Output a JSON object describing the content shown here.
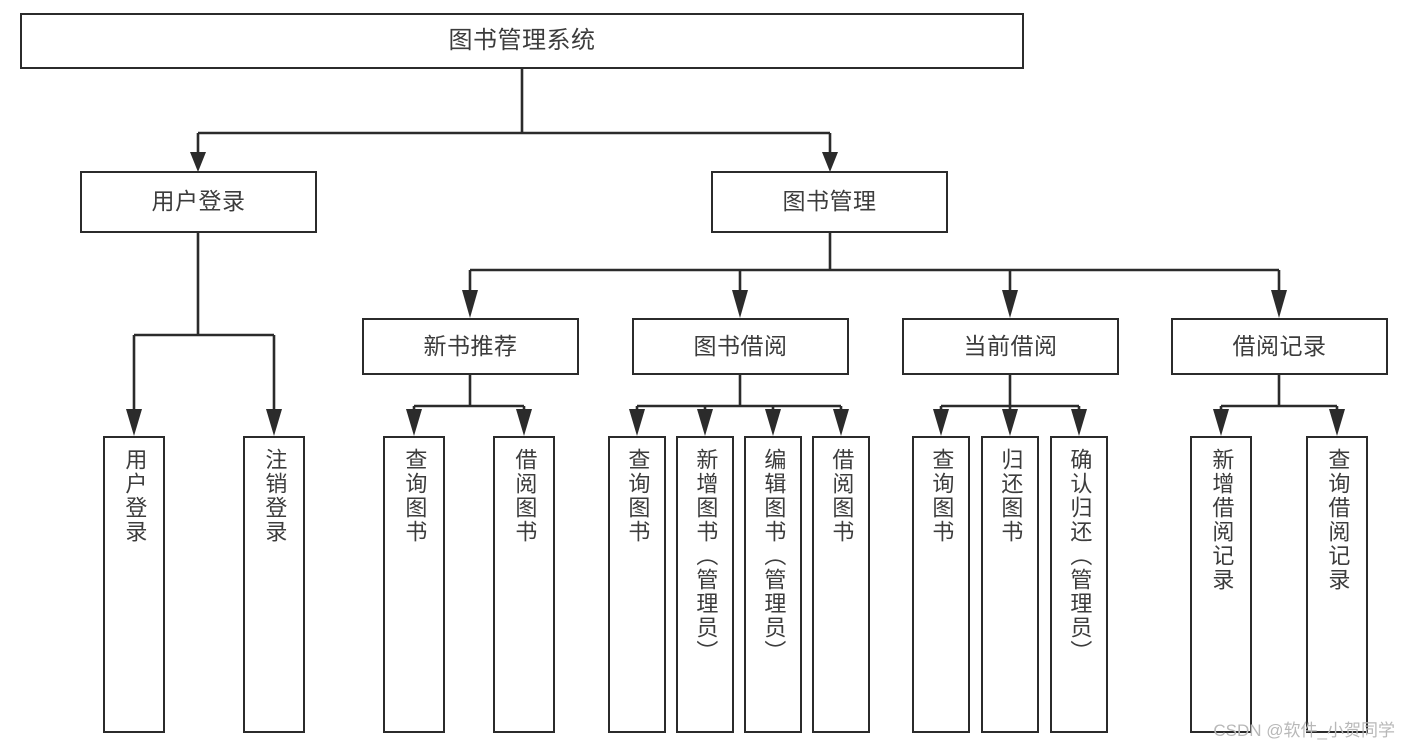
{
  "diagram": {
    "type": "tree-hierarchy-chart",
    "title": "图书管理系统",
    "line_color": "#2b2b2b",
    "text_color": "#3c3c3c",
    "background": "#ffffff",
    "nodes": {
      "root": {
        "label": "图书管理系统"
      },
      "level2": [
        {
          "id": "user-login",
          "label": "用户登录"
        },
        {
          "id": "book-manage",
          "label": "图书管理"
        }
      ],
      "level3": [
        {
          "id": "new-book-rec",
          "label": "新书推荐"
        },
        {
          "id": "book-borrow",
          "label": "图书借阅"
        },
        {
          "id": "current-borrow",
          "label": "当前借阅"
        },
        {
          "id": "borrow-record",
          "label": "借阅记录"
        }
      ],
      "leaves": [
        {
          "id": "leaf-user-login",
          "label": "用户登录",
          "parent": "user-login"
        },
        {
          "id": "leaf-logout-login",
          "label": "注销登录",
          "parent": "user-login"
        },
        {
          "id": "leaf-query-book-1",
          "label": "查询图书",
          "parent": "new-book-rec"
        },
        {
          "id": "leaf-borrow-book-1",
          "label": "借阅图书",
          "parent": "new-book-rec"
        },
        {
          "id": "leaf-query-book-2",
          "label": "查询图书",
          "parent": "book-borrow"
        },
        {
          "id": "leaf-add-book",
          "label": "新增图书（管理员）",
          "parent": "book-borrow"
        },
        {
          "id": "leaf-edit-book",
          "label": "编辑图书（管理员）",
          "parent": "book-borrow"
        },
        {
          "id": "leaf-borrow-book-2",
          "label": "借阅图书",
          "parent": "book-borrow"
        },
        {
          "id": "leaf-query-book-3",
          "label": "查询图书",
          "parent": "current-borrow"
        },
        {
          "id": "leaf-return-book",
          "label": "归还图书",
          "parent": "current-borrow"
        },
        {
          "id": "leaf-confirm-return",
          "label": "确认归还（管理员）",
          "parent": "current-borrow"
        },
        {
          "id": "leaf-add-record",
          "label": "新增借阅记录",
          "parent": "borrow-record"
        },
        {
          "id": "leaf-query-record",
          "label": "查询借阅记录",
          "parent": "borrow-record"
        }
      ]
    }
  },
  "watermark": {
    "text": "CSDN @软件_小贺同学"
  }
}
